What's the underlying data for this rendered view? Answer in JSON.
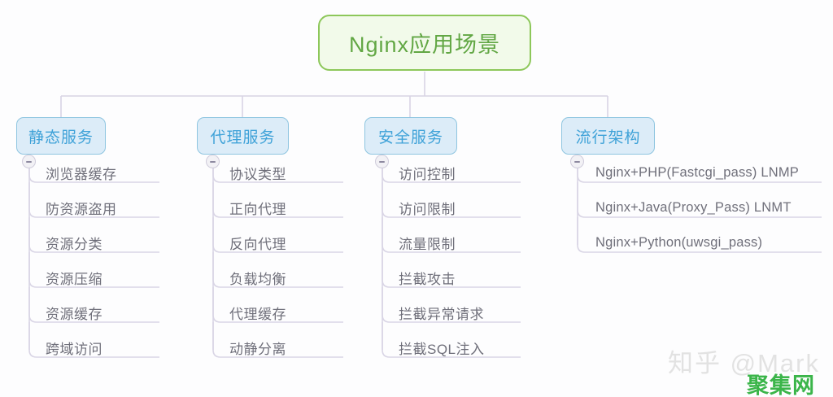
{
  "diagram": {
    "type": "mindmap",
    "title": "Nginx应用场景",
    "colors": {
      "background": "#fdfdfe",
      "root_fill": "#f2faea",
      "root_border": "#8dc75a",
      "root_text": "#62a744",
      "branch_fill": "#dcecf8",
      "branch_border": "#8ec5e0",
      "branch_text": "#3fa2d8",
      "link": "#d8d4e4",
      "leaf_text": "#6f6f7a",
      "toggle_fill": "#f2f1f5"
    },
    "root": {
      "label": "Nginx应用场景"
    },
    "branches": [
      {
        "label": "静态服务",
        "toggle_icon": "minus-circle-icon",
        "children": [
          "浏览器缓存",
          "防资源盗用",
          "资源分类",
          "资源压缩",
          "资源缓存",
          "跨域访问"
        ]
      },
      {
        "label": "代理服务",
        "toggle_icon": "minus-circle-icon",
        "children": [
          "协议类型",
          "正向代理",
          "反向代理",
          "负载均衡",
          "代理缓存",
          "动静分离"
        ]
      },
      {
        "label": "安全服务",
        "toggle_icon": "minus-circle-icon",
        "children": [
          "访问控制",
          "访问限制",
          "流量限制",
          "拦截攻击",
          "拦截异常请求",
          "拦截SQL注入"
        ]
      },
      {
        "label": "流行架构",
        "toggle_icon": "minus-circle-icon",
        "children": [
          "Nginx+PHP(Fastcgi_pass) LNMP",
          "Nginx+Java(Proxy_Pass) LNMT",
          "Nginx+Python(uwsgi_pass)"
        ]
      }
    ]
  },
  "watermarks": {
    "zhihu": "知乎 @Mark",
    "site": "聚集网"
  }
}
